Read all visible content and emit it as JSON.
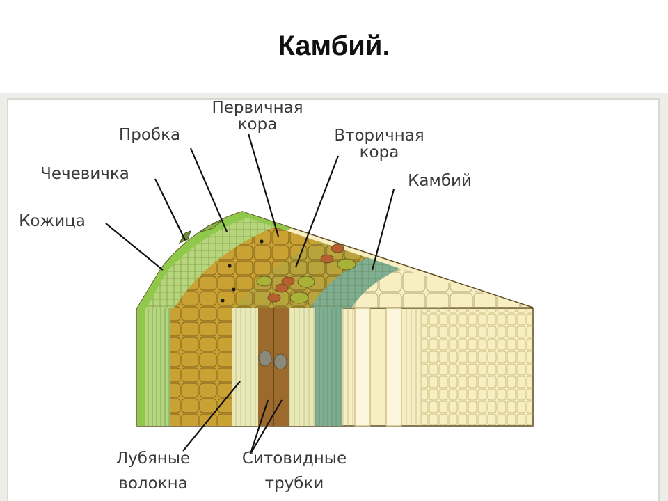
{
  "page": {
    "title": "Камбий."
  },
  "labels": {
    "primary_cortex": [
      "Первичная",
      "кора"
    ],
    "cork": "Пробка",
    "secondary_cortex": [
      "Вторичная",
      "кора"
    ],
    "lenticel": "Чечевичка",
    "cambium": "Камбий",
    "epidermis": "Кожица",
    "bast_fibers": [
      "Лубяные",
      "волокна"
    ],
    "sieve_tubes": [
      "Ситовидные",
      "трубки"
    ]
  },
  "colors": {
    "epidermis": "#8fc84a",
    "cork": "#b5d67a",
    "primary_cortex": "#c9a233",
    "secondary_cortex": "#a8a640",
    "bast_fibers": "#e9e9b8",
    "sieve_tubes": "#9b6a2c",
    "cambium": "#7fae92",
    "wood": "#f7eec2",
    "outline": "#5b4a22"
  }
}
